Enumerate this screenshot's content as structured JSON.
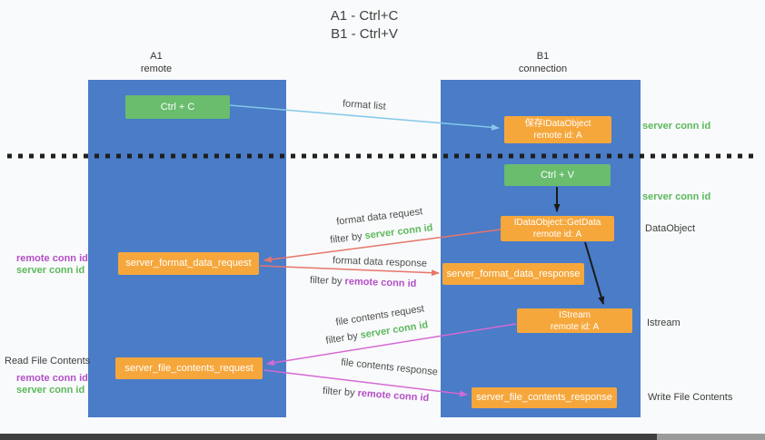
{
  "title": {
    "line1": "A1 - Ctrl+C",
    "line2": "B1 - Ctrl+V"
  },
  "lanes": {
    "left": {
      "name": "A1",
      "role": "remote"
    },
    "right": {
      "name": "B1",
      "role": "connection"
    }
  },
  "nodes": {
    "ctrl_c": {
      "label": "Ctrl + C"
    },
    "save_idataobject": {
      "line1": "保存IDataObject",
      "line2": "remote id: A"
    },
    "ctrl_v": {
      "label": "Ctrl + V"
    },
    "getdata": {
      "line1": "IDataObject::GetData",
      "line2": "remote id: A"
    },
    "format_request": {
      "label": "server_format_data_request"
    },
    "format_response": {
      "label": "server_format_data_response"
    },
    "istream": {
      "line1": "IStream",
      "line2": "remote id: A"
    },
    "file_request": {
      "label": "server_file_contents_request"
    },
    "file_response": {
      "label": "server_file_contents_response"
    }
  },
  "arrow_labels": {
    "format_list": "format list",
    "format_data_request": "format data request",
    "filter_by_1_prefix": "filter by ",
    "filter_by_1_value": "server conn id",
    "format_data_response": "format data response",
    "filter_by_2_prefix": "filter by ",
    "filter_by_2_value": "remote conn id",
    "file_contents_request": "file contents request",
    "filter_by_3_prefix": "filter by ",
    "filter_by_3_value": "server conn id",
    "file_contents_response": "file contents response",
    "filter_by_4_prefix": "filter by ",
    "filter_by_4_value": "remote conn id"
  },
  "side_labels": {
    "server_conn_id_top": "server conn id",
    "server_conn_id_mid": "server conn id",
    "dataobject": "DataObject",
    "istream": "Istream",
    "write_file_contents": "Write File Contents",
    "read_file_contents": "Read File Contents",
    "left_remote_conn_id_1": "remote conn id",
    "left_server_conn_id_1": "server conn id",
    "left_remote_conn_id_2": "remote conn id",
    "left_server_conn_id_2": "server conn id"
  },
  "colors": {
    "lane_blue": "#4a7cc7",
    "node_orange": "#f6a73c",
    "node_green": "#69bd6d",
    "conn_id_green": "#5cb85c",
    "conn_id_purple": "#b34fc6",
    "arrow_blue": "#85c8ea",
    "arrow_red": "#e8756a",
    "arrow_magenta": "#d46ad4",
    "arrow_black": "#1a1a1a"
  }
}
